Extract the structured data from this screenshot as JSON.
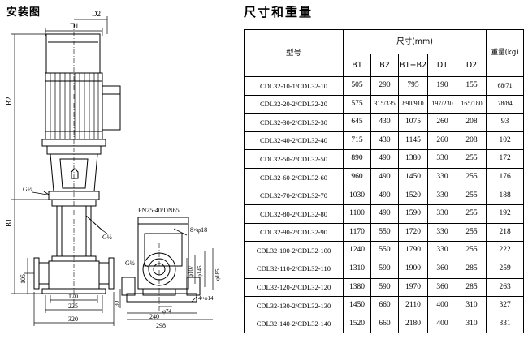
{
  "installation": {
    "title": "安装图",
    "pump_labels": {
      "d2": "D2",
      "d1": "D1",
      "b2": "B2",
      "b1": "B1",
      "g_half_left": "G½",
      "g_half_right": "G½",
      "dim_170": "170",
      "dim_225": "225",
      "dim_320": "320",
      "dim_105": "105"
    },
    "flange_labels": {
      "pn": "PN25-40/DN65",
      "holes_top": "8×φ18",
      "g_half": "G½",
      "phi107": "φ107",
      "phi145": "φ145",
      "phi185": "φ185",
      "phi74": "φ74",
      "holes_bottom": "4×φ14",
      "dim_240": "240",
      "dim_298": "298",
      "dim_30": "30"
    }
  },
  "specs": {
    "title": "尺寸和重量",
    "model_header": "型号",
    "dimension_header": "尺寸(mm)",
    "weight_header": "重量(kg)",
    "columns": [
      "B1",
      "B2",
      "B1+B2",
      "D1",
      "D2"
    ],
    "rows": [
      {
        "model": "CDL32-10-1/CDL32-10",
        "b1": "505",
        "b2": "290",
        "b1b2": "795",
        "d1": "190",
        "d2": "155",
        "weight": "68/71"
      },
      {
        "model": "CDL32-20-2/CDL32-20",
        "b1": "575",
        "b2": "315/335",
        "b1b2": "890/910",
        "d1": "197/230",
        "d2": "165/180",
        "weight": "78/84"
      },
      {
        "model": "CDL32-30-2/CDL32-30",
        "b1": "645",
        "b2": "430",
        "b1b2": "1075",
        "d1": "260",
        "d2": "208",
        "weight": "93"
      },
      {
        "model": "CDL32-40-2/CDL32-40",
        "b1": "715",
        "b2": "430",
        "b1b2": "1145",
        "d1": "260",
        "d2": "208",
        "weight": "102"
      },
      {
        "model": "CDL32-50-2/CDL32-50",
        "b1": "890",
        "b2": "490",
        "b1b2": "1380",
        "d1": "330",
        "d2": "255",
        "weight": "172"
      },
      {
        "model": "CDL32-60-2/CDL32-60",
        "b1": "960",
        "b2": "490",
        "b1b2": "1450",
        "d1": "330",
        "d2": "255",
        "weight": "176"
      },
      {
        "model": "CDL32-70-2/CDL32-70",
        "b1": "1030",
        "b2": "490",
        "b1b2": "1520",
        "d1": "330",
        "d2": "255",
        "weight": "188"
      },
      {
        "model": "CDL32-80-2/CDL32-80",
        "b1": "1100",
        "b2": "490",
        "b1b2": "1590",
        "d1": "330",
        "d2": "255",
        "weight": "192"
      },
      {
        "model": "CDL32-90-2/CDL32-90",
        "b1": "1170",
        "b2": "550",
        "b1b2": "1720",
        "d1": "330",
        "d2": "255",
        "weight": "218"
      },
      {
        "model": "CDL32-100-2/CDL32-100",
        "b1": "1240",
        "b2": "550",
        "b1b2": "1790",
        "d1": "330",
        "d2": "255",
        "weight": "222"
      },
      {
        "model": "CDL32-110-2/CDL32-110",
        "b1": "1310",
        "b2": "590",
        "b1b2": "1900",
        "d1": "360",
        "d2": "285",
        "weight": "259"
      },
      {
        "model": "CDL32-120-2/CDL32-120",
        "b1": "1380",
        "b2": "590",
        "b1b2": "1970",
        "d1": "360",
        "d2": "285",
        "weight": "263"
      },
      {
        "model": "CDL32-130-2/CDL32-130",
        "b1": "1450",
        "b2": "660",
        "b1b2": "2110",
        "d1": "400",
        "d2": "310",
        "weight": "327"
      },
      {
        "model": "CDL32-140-2/CDL32-140",
        "b1": "1520",
        "b2": "660",
        "b1b2": "2180",
        "d1": "400",
        "d2": "310",
        "weight": "331"
      }
    ]
  }
}
